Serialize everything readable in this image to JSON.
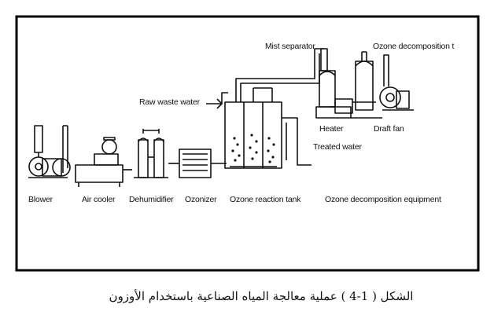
{
  "diagram": {
    "labels": {
      "mist_separator": "Mist separator",
      "ozone_decomposition_top": "Ozone decomposition t",
      "raw_waste_water": "Raw waste water",
      "heater": "Heater",
      "draft_fan": "Draft fan",
      "treated_water": "Treated water",
      "blower": "Blower",
      "air_cooler": "Air cooler",
      "dehumidifier": "Dehumidifier",
      "ozonizer": "Ozonizer",
      "ozone_reaction_tank": "Ozone reaction tank",
      "ozone_decomposition_equipment": "Ozone decomposition equipment"
    }
  },
  "caption": "الشكل ( 1-4 ) عملية معالجة المياه الصناعية باستخدام الأوزون"
}
